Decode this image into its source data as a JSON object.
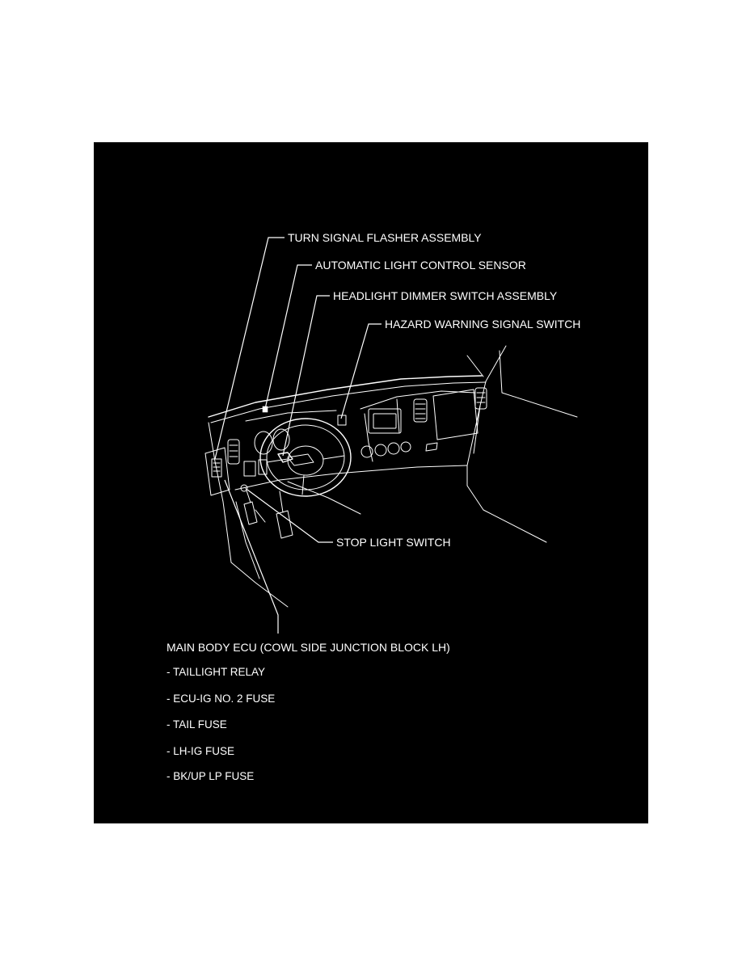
{
  "callouts": {
    "turn_signal_flasher": "TURN SIGNAL FLASHER ASSEMBLY",
    "auto_light_sensor": "AUTOMATIC LIGHT CONTROL SENSOR",
    "headlight_dimmer": "HEADLIGHT DIMMER SWITCH ASSEMBLY",
    "hazard_switch": "HAZARD WARNING SIGNAL SWITCH",
    "stop_light_switch": "STOP LIGHT SWITCH",
    "main_body_ecu": "MAIN BODY ECU (COWL SIDE JUNCTION BLOCK LH)"
  },
  "ecu_items": [
    "- TAILLIGHT RELAY",
    "- ECU-IG NO. 2 FUSE",
    "- TAIL FUSE",
    "- LH-IG FUSE",
    "- BK/UP LP FUSE"
  ],
  "colors": {
    "figure_background": "#000000",
    "line_art": "#ffffff",
    "page_background": "#ffffff"
  }
}
